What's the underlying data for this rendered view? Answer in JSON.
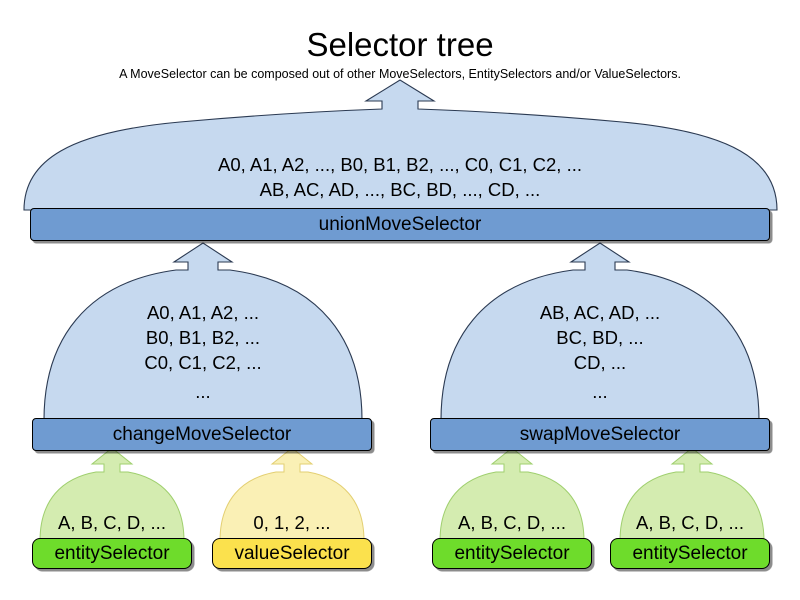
{
  "page": {
    "title": "Selector tree",
    "subtitle": "A MoveSelector can be composed out of other MoveSelectors, EntitySelectors and/or ValueSelectors."
  },
  "colors": {
    "balloon_blue": "#c6d9ef",
    "bar_blue": "#6f9bd1",
    "balloon_green": "#d4ecb0",
    "bar_green": "#6edc2b",
    "balloon_yellow": "#faf0b5",
    "bar_yellow": "#fbe14d",
    "outline": "#2b3a52",
    "text": "#000000"
  },
  "nodes": {
    "union": {
      "label": "unionMoveSelector",
      "lines": [
        "A0, A1, A2, ..., B0, B1, B2, ..., C0, C1, C2, ...",
        "AB, AC, AD, ..., BC, BD, ..., CD, ..."
      ]
    },
    "change": {
      "label": "changeMoveSelector",
      "lines": [
        "A0, A1, A2, ...",
        "B0, B1, B2, ...",
        "C0, C1, C2, ...",
        "..."
      ]
    },
    "swap": {
      "label": "swapMoveSelector",
      "lines": [
        "AB, AC, AD, ...",
        "BC, BD, ...",
        "CD, ...",
        "..."
      ]
    },
    "leaf_entity_1": {
      "label": "entitySelector",
      "lines": [
        "A, B, C, D, ..."
      ]
    },
    "leaf_value_1": {
      "label": "valueSelector",
      "lines": [
        "0, 1, 2, ..."
      ]
    },
    "leaf_entity_2": {
      "label": "entitySelector",
      "lines": [
        "A, B, C, D, ..."
      ]
    },
    "leaf_entity_3": {
      "label": "entitySelector",
      "lines": [
        "A, B, C, D, ..."
      ]
    }
  }
}
